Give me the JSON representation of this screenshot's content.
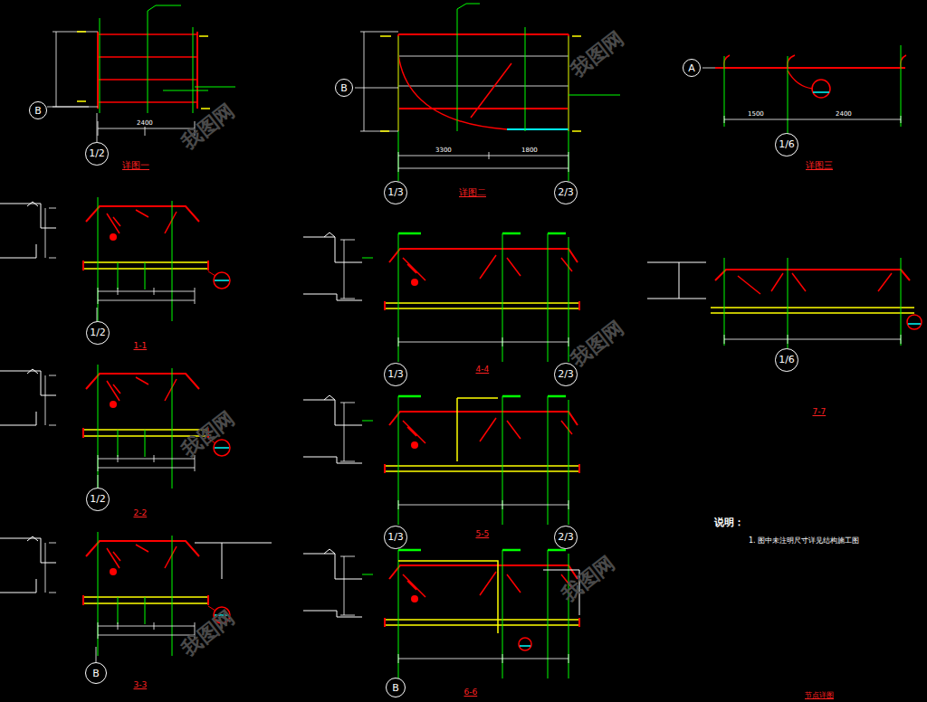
{
  "diagram": {
    "nodes": [
      {
        "text": [
          "B"
        ]
      },
      {
        "text": [
          "B"
        ]
      },
      {
        "text": [
          "A"
        ]
      },
      {
        "text": [
          "1/2"
        ]
      },
      {
        "text": [
          "1/6"
        ]
      },
      {
        "text": [
          "1/3"
        ]
      },
      {
        "text": [
          "2/3"
        ]
      },
      {
        "text": [
          "1/2"
        ]
      },
      {
        "text": [
          "1/6"
        ]
      },
      {
        "text": [
          "1/3"
        ]
      },
      {
        "text": [
          "2/3"
        ]
      },
      {
        "text": [
          "1/2"
        ]
      },
      {
        "text": [
          "1/3"
        ]
      },
      {
        "text": [
          "2/3"
        ]
      },
      {
        "text": [
          "B"
        ]
      },
      {
        "text": [
          "B"
        ]
      }
    ],
    "labels": [
      "详图一",
      "详图二",
      "详图三",
      "2400",
      "3300",
      "1800",
      "1500",
      "2400",
      "1-1",
      "2-2",
      "3-3",
      "4-4",
      "5-5",
      "6-6",
      "7-7",
      "说明：",
      "1. 图中未注明尺寸详见结构施工图",
      "节点详图",
      "我图网",
      "我图网",
      "我图网",
      "我图网",
      "我图网",
      "我图网"
    ]
  }
}
